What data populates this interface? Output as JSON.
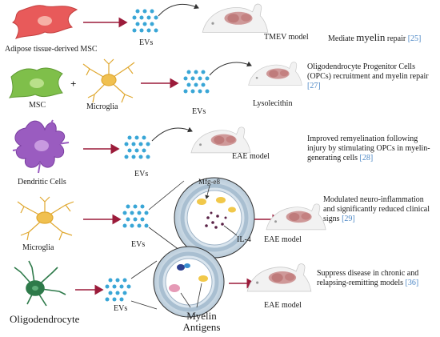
{
  "rows": [
    {
      "cell_label": "Adipose tissue-derived MSC",
      "ev_label": "EVs",
      "model_label": "TMEV model",
      "description": "Mediate myelin repair",
      "description_emph": "myelin",
      "reference": "[25]"
    },
    {
      "cell_label": "MSC",
      "plus_sign": "+",
      "cell_label_2": "Microglia",
      "ev_label": "EVs",
      "model_label": "Lysolecithin",
      "description": "Oligodendrocyte Progenitor Cells (OPCs) recruitment and myelin repair",
      "reference": "[27]"
    },
    {
      "cell_label": "Dendritic Cells",
      "ev_label": "EVs",
      "model_label": "EAE model",
      "description": "Improved remyelination following injury by stimulating OPCs in myelin-generating cells",
      "reference": "[28]"
    },
    {
      "cell_label": "Microglia",
      "ev_label": "EVs",
      "cargo_top": "Mfg-e8",
      "cargo_bottom": "IL-4",
      "model_label": "EAE model",
      "description": "Modulated neuro-inflammation and significantly reduced clinical signs",
      "reference": "[29]"
    },
    {
      "cell_label": "Oligodendrocyte",
      "ev_label": "EVs",
      "cargo_label": "Myelin Antigens",
      "model_label": "EAE model",
      "description": "Suppress disease in chronic and relapsing-remitting models",
      "reference": "[36]"
    }
  ],
  "colors": {
    "msc_red": "#e85a5a",
    "msc_green": "#7fbf4a",
    "microglia": "#f0c050",
    "dendritic": "#9a5cc0",
    "oligodendrocyte": "#2e7a4a",
    "ev_blue": "#39a6d6",
    "arrow": "#9b1b3a",
    "reference": "#4a86c5"
  }
}
